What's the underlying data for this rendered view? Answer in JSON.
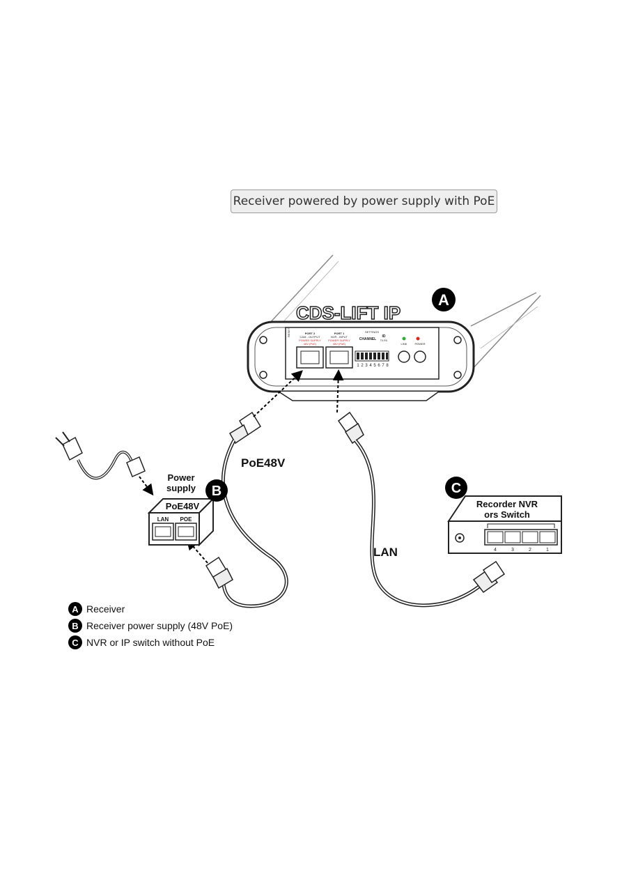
{
  "caption": "Receiver powered by power supply with PoE",
  "receiver": {
    "badge": "A",
    "brand": "CDS-LIFT IP",
    "port2_label": "PORT 2",
    "port2_sub": "CAM - OUTPUT",
    "port2_note": "POWER SUPPLY",
    "port2_note2": "48V (PoE)",
    "port1_label": "PORT 1",
    "port1_sub": "NVR - INPUT",
    "port1_note": "POWER SUPPLY",
    "port1_note2": "48V (PoE)",
    "settings_label": "SETTINGS",
    "channel_label": "CHANNEL",
    "id_label": "ID",
    "id_sub": "TX RX",
    "dip_numbers": [
      "1",
      "2",
      "3",
      "4",
      "5",
      "6",
      "7",
      "8"
    ],
    "link_label": "LINK",
    "power_label": "POWER",
    "reset_label": "RESET",
    "led_colors": {
      "link": "#2fae3a",
      "power": "#e0251b"
    }
  },
  "power_supply": {
    "badge": "B",
    "title": "Power\nsupply",
    "title_line1": "Power",
    "title_line2": "supply",
    "model": "PoE48V",
    "lan_label": "LAN",
    "poe_label": "POE"
  },
  "recorder": {
    "badge": "C",
    "title_line1": "Recorder NVR",
    "title_line2": "ors Switch",
    "port_numbers": [
      "4",
      "3",
      "2",
      "1"
    ]
  },
  "cables": {
    "poe_label": "PoE48V",
    "lan_label": "LAN"
  },
  "legend": [
    {
      "badge": "A",
      "text": "Receiver"
    },
    {
      "badge": "B",
      "text": "Receiver power supply (48V PoE)"
    },
    {
      "badge": "C",
      "text": "NVR or IP switch without PoE"
    }
  ]
}
